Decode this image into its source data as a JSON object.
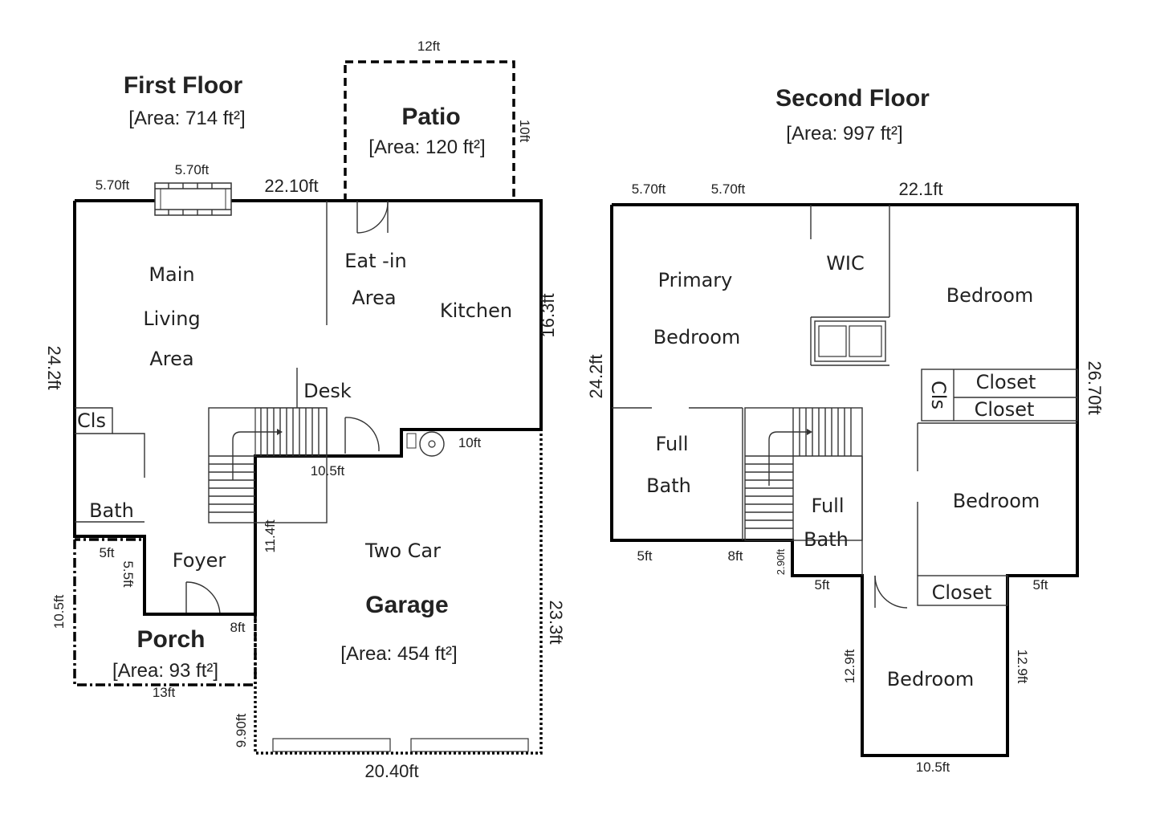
{
  "first_floor": {
    "title": "First Floor",
    "area": "[Area: 714 ft²]",
    "rooms": {
      "main_living_1": "Main",
      "main_living_2": "Living",
      "main_living_3": "Area",
      "eat_in_1": "Eat -in",
      "eat_in_2": "Area",
      "kitchen": "Kitchen",
      "desk": "Desk",
      "closet": "Cls",
      "bath": "Bath",
      "foyer": "Foyer"
    },
    "dims": {
      "top_left": "5.70ft",
      "fireplace": "5.70ft",
      "top_main": "22.10ft",
      "right": "16.3ft",
      "left": "24.2ft",
      "step_a": "10.5ft",
      "step_b": "10ft",
      "porch_top": "5ft",
      "porch_inner": "5.5ft",
      "porch_left": "10.5ft",
      "porch_right": "8ft",
      "porch_bottom": "13ft",
      "garage_left": "11.4ft",
      "garage_left_low": "9.90ft",
      "garage_right": "23.3ft",
      "garage_bottom": "20.40ft"
    }
  },
  "patio": {
    "name": "Patio",
    "area": "[Area: 120 ft²]",
    "dim_top": "12ft",
    "dim_right": "10ft"
  },
  "porch": {
    "name": "Porch",
    "area": "[Area: 93 ft²]"
  },
  "garage": {
    "name_1": "Two Car",
    "name_2": "Garage",
    "area": "[Area: 454 ft²]"
  },
  "second_floor": {
    "title": "Second Floor",
    "area": "[Area: 997 ft²]",
    "rooms": {
      "primary_1": "Primary",
      "primary_2": "Bedroom",
      "wic": "WIC",
      "bedroom_ne": "Bedroom",
      "closet_1": "Closet",
      "closet_2": "Closet",
      "cls": "Cls",
      "full_bath_a_1": "Full",
      "full_bath_a_2": "Bath",
      "full_bath_b_1": "Full",
      "full_bath_b_2": "Bath",
      "bedroom_e": "Bedroom",
      "closet_3": "Closet",
      "bedroom_s": "Bedroom"
    },
    "dims": {
      "top_a": "5.70ft",
      "top_b": "5.70ft",
      "top_main": "22.1ft",
      "left": "24.2ft",
      "right": "26.70ft",
      "bottom_a": "5ft",
      "bottom_b": "8ft",
      "step_v": "2.90ft",
      "step_h": "5ft",
      "right_step": "5ft",
      "wing_left": "12.9ft",
      "wing_right": "12.9ft",
      "wing_bottom": "10.5ft"
    }
  }
}
